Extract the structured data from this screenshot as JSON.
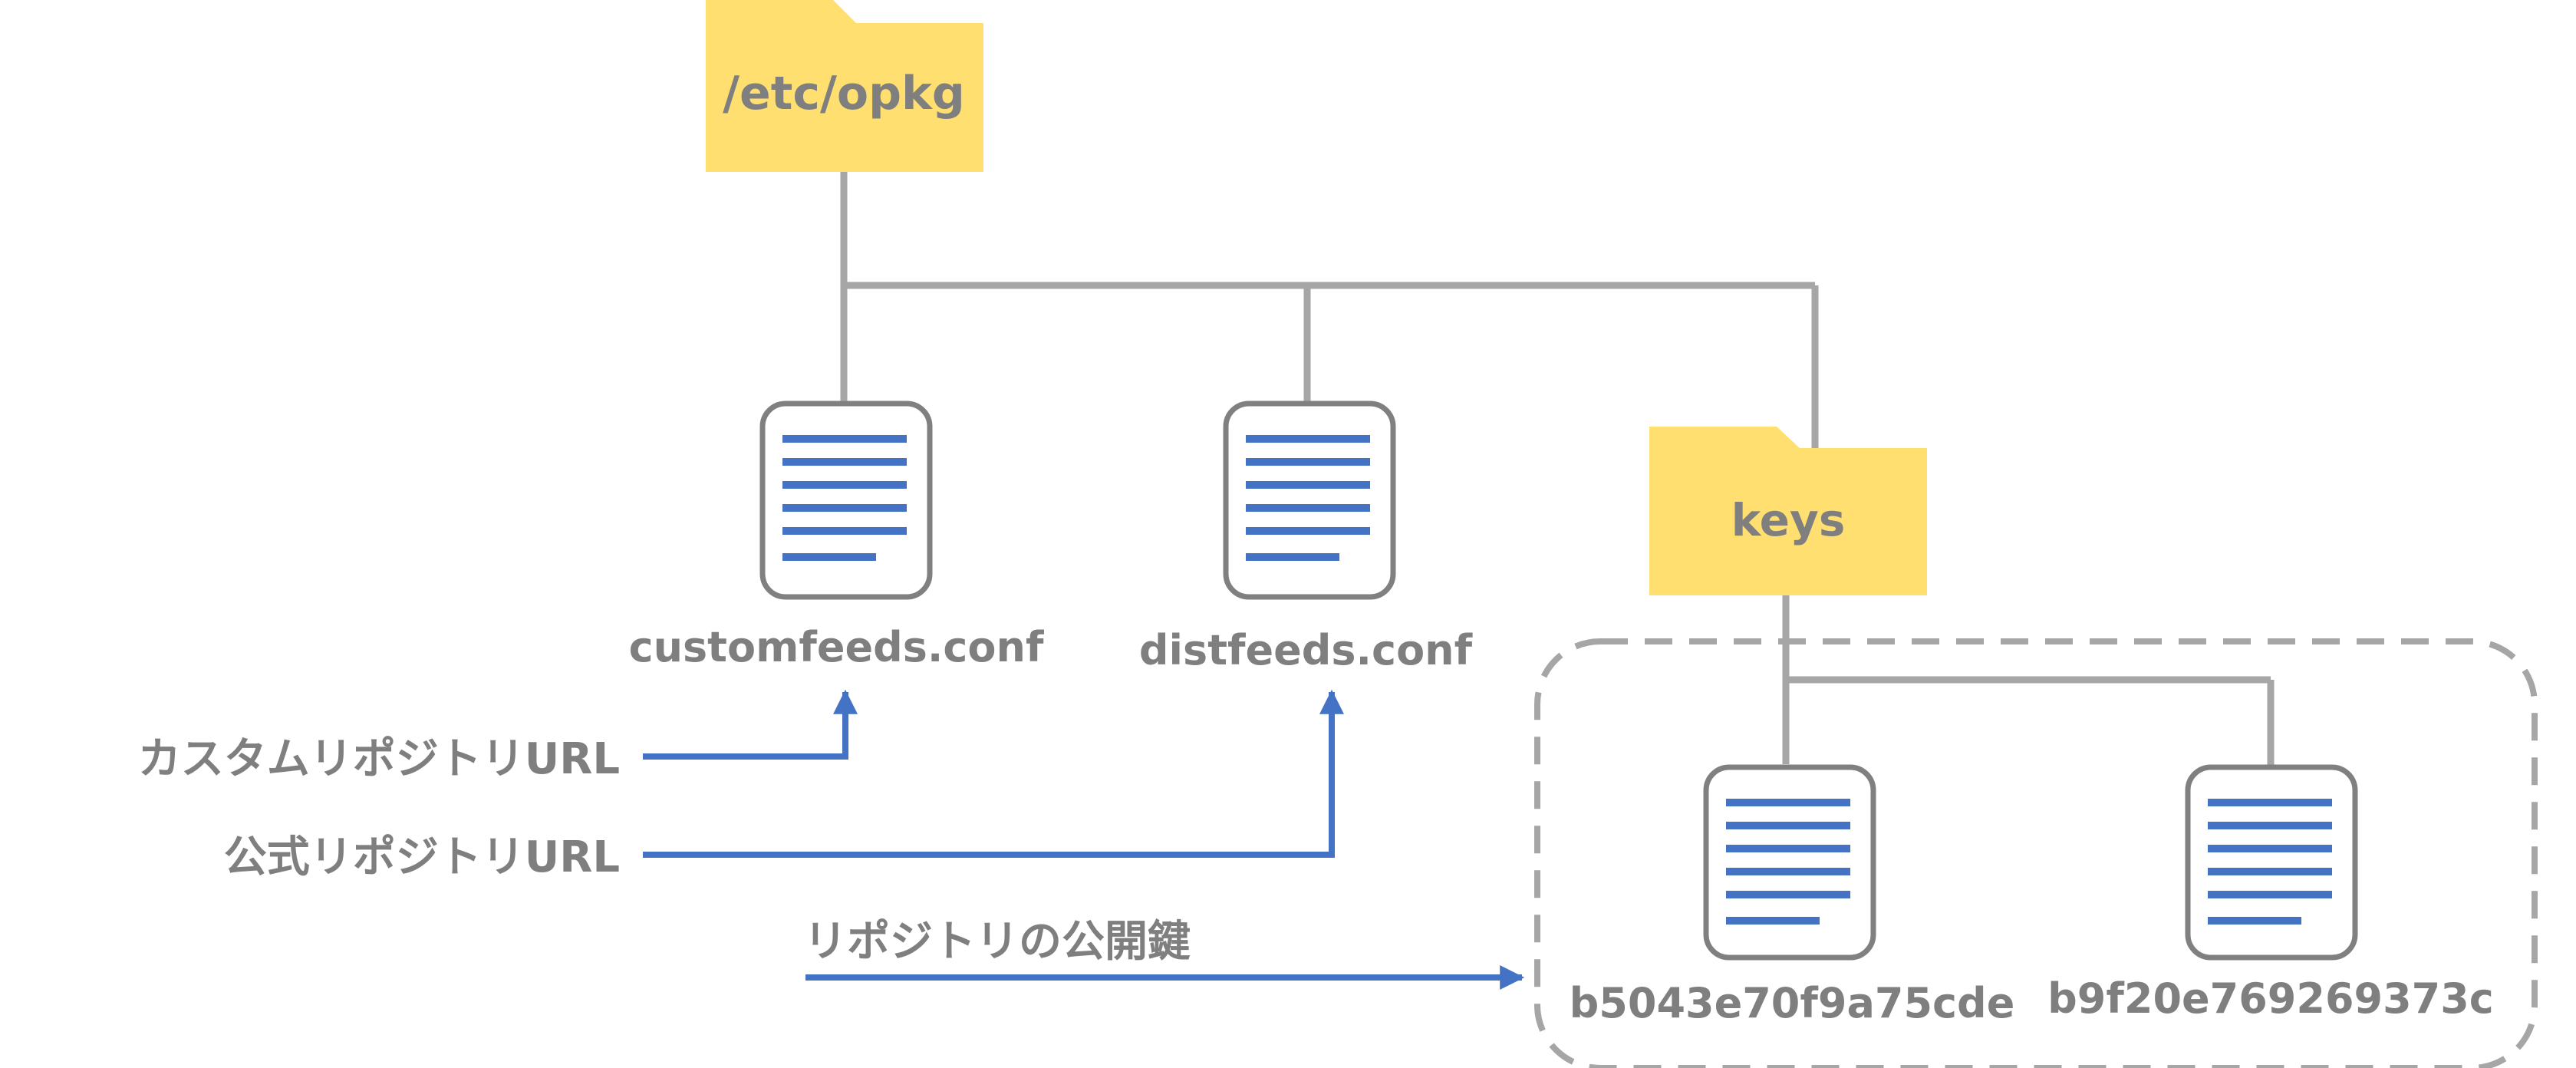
{
  "colors": {
    "folder": "#FFDF70",
    "tree_line": "#A6A6A6",
    "doc_border": "#808080",
    "doc_lines": "#4472C4",
    "arrow": "#4472C4",
    "text": "#7F7F7F",
    "dashed_group": "#A6A6A6"
  },
  "icons": {
    "folder": "folder-icon",
    "document": "document-icon"
  },
  "tree": {
    "root_folder": "/etc/opkg",
    "customfeeds_file": "customfeeds.conf",
    "distfeeds_file": "distfeeds.conf",
    "keys_folder": "keys",
    "key_file_1": "b5043e70f9a75cde",
    "key_file_2": "b9f20e769269373c"
  },
  "annotations": {
    "custom_repo_url": "カスタムリポジトリURL",
    "official_repo_url": "公式リポジトリURL",
    "repo_public_key": "リポジトリの公開鍵"
  }
}
